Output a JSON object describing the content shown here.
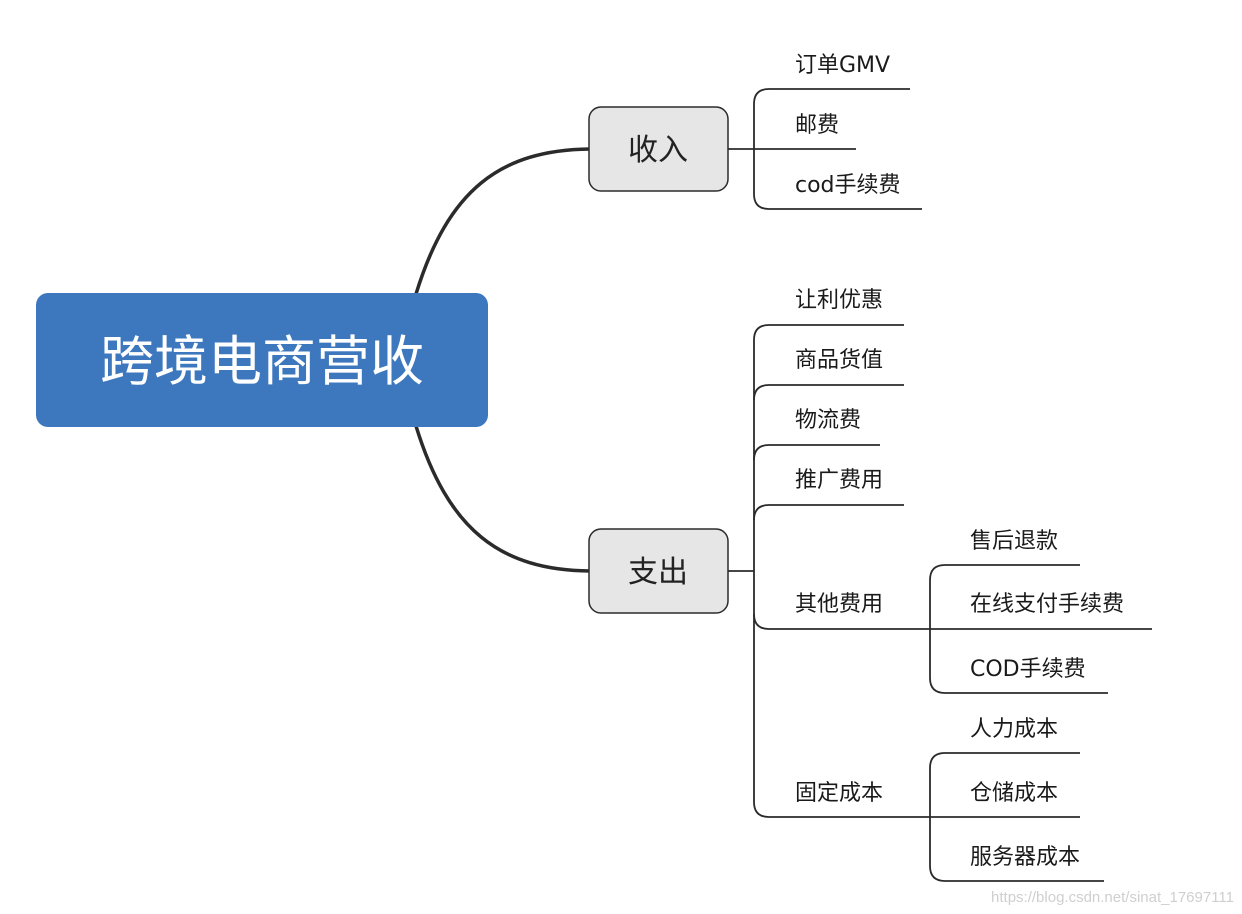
{
  "root": {
    "label": "跨境电商营收"
  },
  "branches": {
    "income": {
      "label": "收入",
      "items": [
        "订单GMV",
        "邮费",
        "cod手续费"
      ]
    },
    "expense": {
      "label": "支出",
      "items": [
        "让利优惠",
        "商品货值",
        "物流费",
        "推广费用"
      ],
      "other": {
        "label": "其他费用",
        "items": [
          "售后退款",
          "在线支付手续费",
          "COD手续费"
        ]
      },
      "fixed": {
        "label": "固定成本",
        "items": [
          "人力成本",
          "仓储成本",
          "服务器成本"
        ]
      }
    }
  },
  "watermark": "https://blog.csdn.net/sinat_17697111",
  "colors": {
    "root_fill": "#3d78bf",
    "branch_fill": "#e6e6e6",
    "line": "#2b2b2b"
  }
}
